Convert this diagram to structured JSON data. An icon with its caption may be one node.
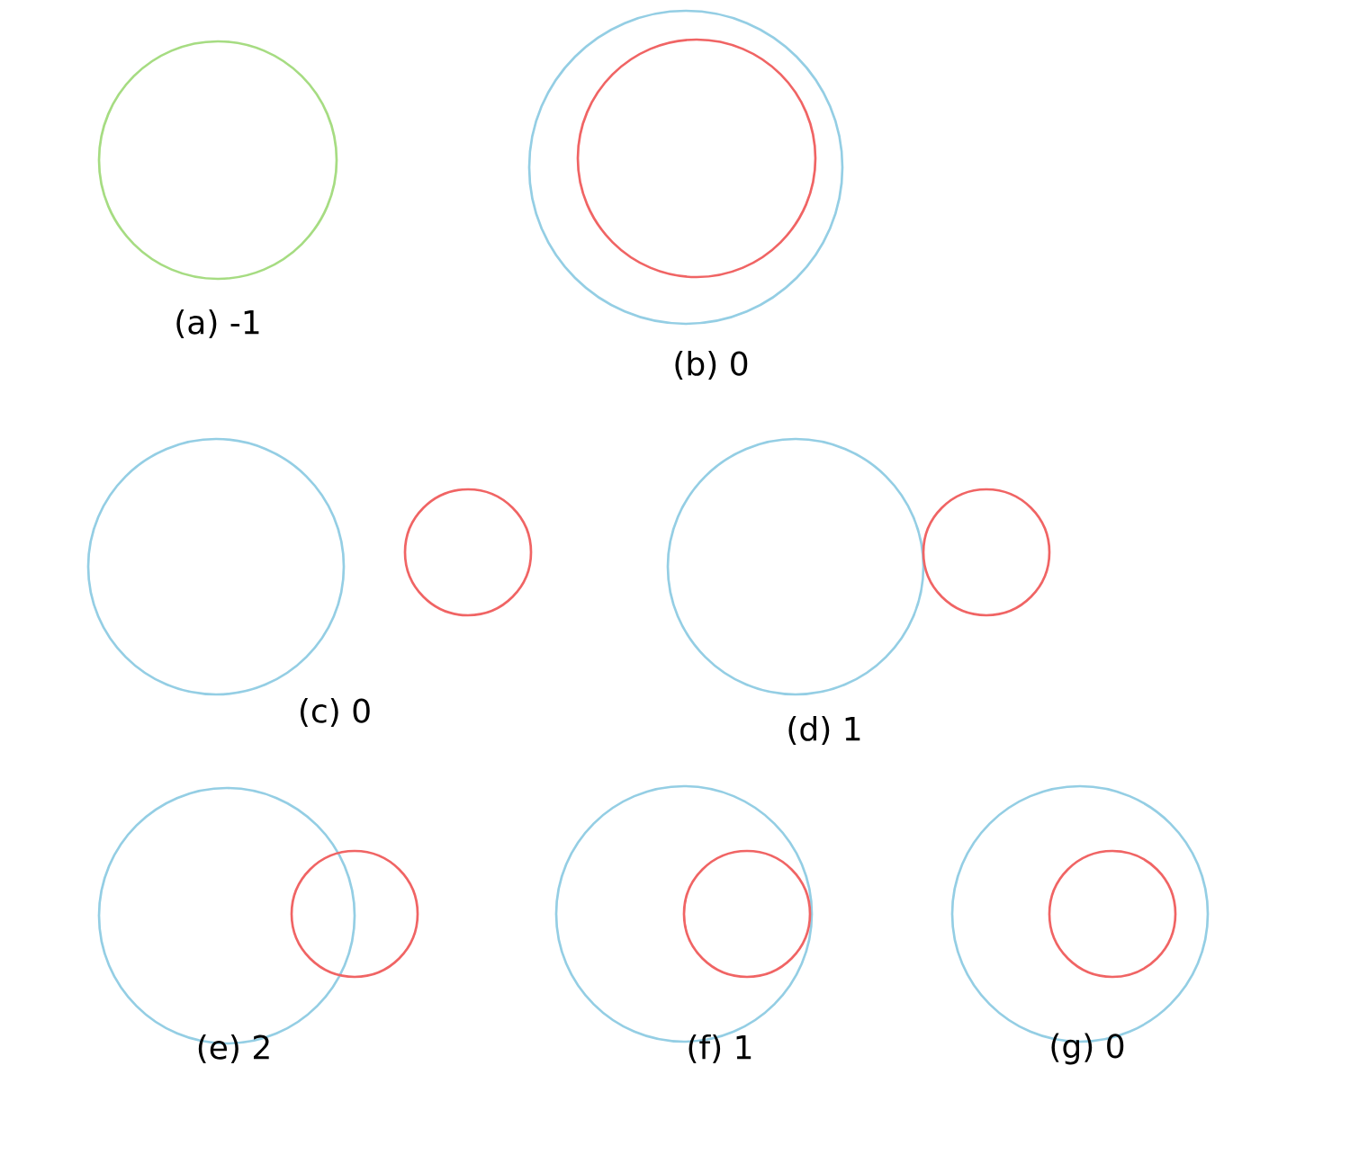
{
  "diagram": {
    "nodes": [
      {
        "text": [],
        "shape": "circle"
      },
      {
        "text": [],
        "shape": "circle"
      },
      {
        "text": [],
        "shape": "circle",
        "in": 1
      },
      {
        "text": [],
        "shape": "circle"
      },
      {
        "text": [],
        "shape": "circle"
      },
      {
        "text": [],
        "shape": "circle"
      },
      {
        "text": [],
        "shape": "circle"
      },
      {
        "text": [],
        "shape": "circle"
      },
      {
        "text": [],
        "shape": "circle"
      },
      {
        "text": [],
        "shape": "circle"
      },
      {
        "text": [],
        "shape": "circle",
        "in": 9
      },
      {
        "text": [],
        "shape": "circle"
      },
      {
        "text": [],
        "shape": "circle",
        "in": 11
      }
    ],
    "labels": [
      "(a) -1",
      "(b) 0",
      "(c) 0",
      "(d) 1",
      "(e) 2",
      "(f) 1",
      "(g) 0"
    ]
  }
}
